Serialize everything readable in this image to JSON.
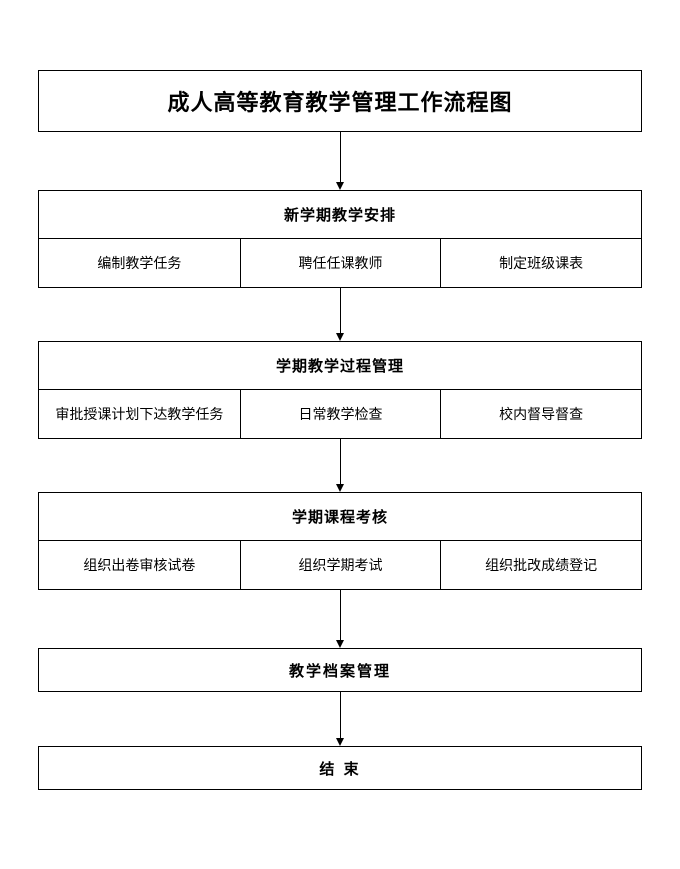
{
  "title": "成人高等教育教学管理工作流程图",
  "flow": {
    "stages": [
      {
        "header": "新学期教学安排",
        "cells": [
          "编制教学任务",
          "聘任任课教师",
          "制定班级课表"
        ]
      },
      {
        "header": "学期教学过程管理",
        "cells": [
          "审批授课计划下达教学任务",
          "日常教学检查",
          "校内督导督查"
        ]
      },
      {
        "header": "学期课程考核",
        "cells": [
          "组织出卷审核试卷",
          "组织学期考试",
          "组织批改成绩登记"
        ]
      }
    ],
    "archive_box": "教学档案管理",
    "end_box": "结 束"
  },
  "colors": {
    "border": "#000000",
    "background": "#ffffff",
    "text": "#000000"
  }
}
